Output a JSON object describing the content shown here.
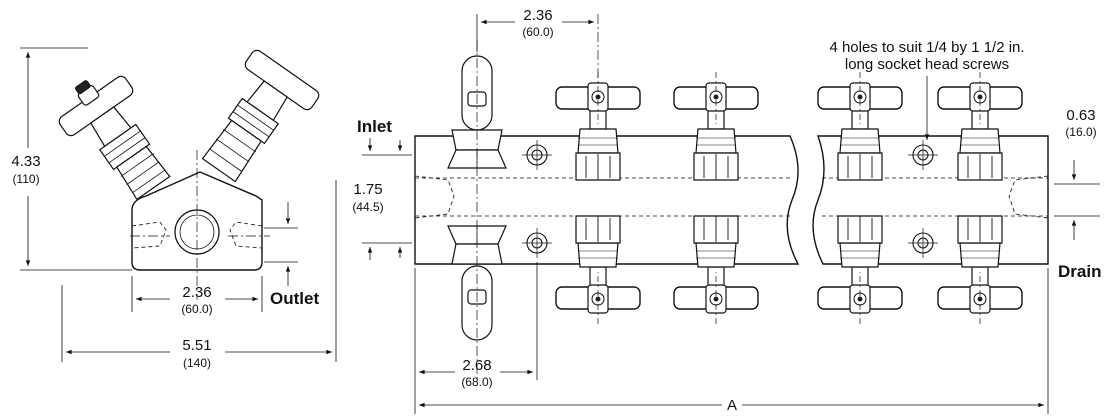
{
  "side_view": {
    "height_in": "4.33",
    "height_mm": "(110)",
    "outlet_spacing_in": "2.36",
    "outlet_spacing_mm": "(60.0)",
    "width_in": "5.51",
    "width_mm": "(140)",
    "outlet_label": "Outlet"
  },
  "top_view": {
    "valve_spacing_in": "2.36",
    "valve_spacing_mm": "(60.0)",
    "holes_note_line1": "4 holes to suit 1/4 by 1 1/2 in.",
    "holes_note_line2": "long socket head screws",
    "inlet_label": "Inlet",
    "drain_label": "Drain",
    "port_spacing_in": "1.75",
    "port_spacing_mm": "(44.5)",
    "drain_offset_in": "0.63",
    "drain_offset_mm": "(16.0)",
    "inlet_offset_in": "2.68",
    "inlet_offset_mm": "(68.0)",
    "overall_length_label": "A"
  }
}
